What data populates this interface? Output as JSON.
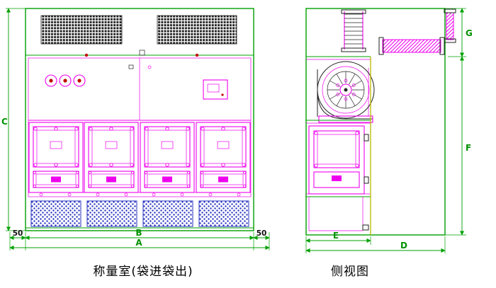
{
  "front_view": {
    "title": "称量室(袋进袋出)",
    "dim_left_margin": "50",
    "dim_right_margin": "50",
    "dim_inner_width": "B",
    "dim_total_width": "A",
    "dim_height": "C"
  },
  "side_view": {
    "title": "侧视图",
    "dim_upper_height": "G",
    "dim_lower_height": "F",
    "dim_inner_depth": "E",
    "dim_total_depth": "D"
  },
  "colors": {
    "outline_green": "#00a000",
    "detail_magenta": "#ee00ee",
    "grille_blue": "#2a35c0",
    "frame_yellow": "#b8b800",
    "hatch_black": "#1a1a1a"
  }
}
